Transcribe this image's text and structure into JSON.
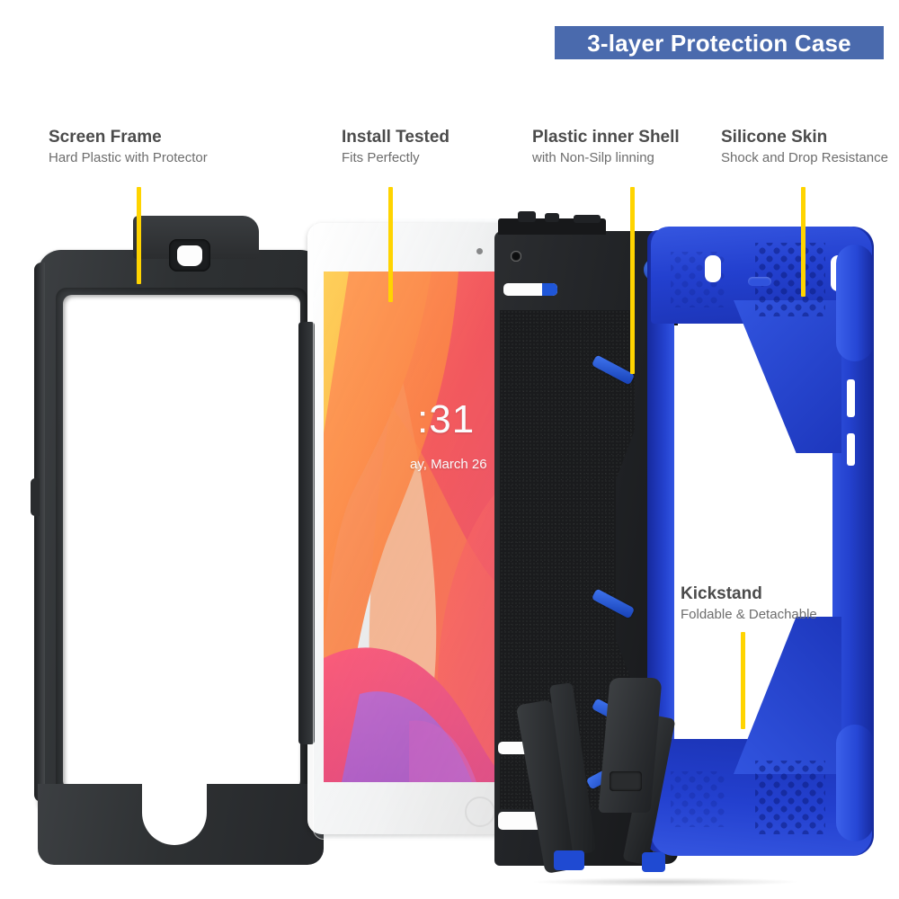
{
  "banner": {
    "label": "3-layer Protection Case",
    "bg_color": "#4a6aad",
    "text_color": "#ffffff"
  },
  "theme": {
    "leader_line_color": "#ffd400",
    "title_color": "#4b4b4b",
    "subtitle_color": "#6d6d6d",
    "silicone_color": "#2340cf",
    "shell_color": "#202225",
    "frame_color": "#2e3133",
    "background": "#ffffff"
  },
  "callouts": [
    {
      "id": "screen-frame",
      "title": "Screen Frame",
      "subtitle": "Hard Plastic with Protector"
    },
    {
      "id": "install-tested",
      "title": "Install Tested",
      "subtitle": "Fits Perfectly"
    },
    {
      "id": "plastic-inner-shell",
      "title": "Plastic inner Shell",
      "subtitle": "with Non-Silp linning"
    },
    {
      "id": "silicone-skin",
      "title": "Silicone Skin",
      "subtitle": "Shock and Drop Resistance"
    },
    {
      "id": "kickstand",
      "title": "Kickstand",
      "subtitle": "Foldable & Detachable"
    }
  ],
  "device_screen": {
    "clock": ":31",
    "date": "ay, March 26"
  }
}
